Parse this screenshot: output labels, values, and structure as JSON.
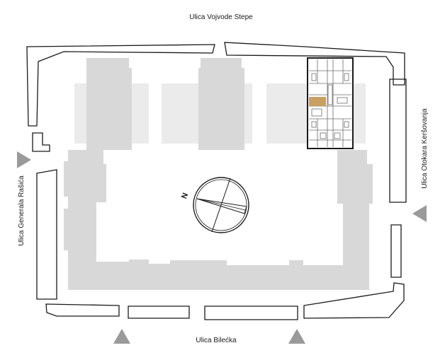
{
  "streets": {
    "north": "Ulica Vojvode Stepe",
    "south": "Ulica Bilećka",
    "west": "Ulica Generala Rašića",
    "east": "Ulica Otokara Keršovanja"
  },
  "compass": {
    "label": "N"
  },
  "colors": {
    "building": "#d8d8d8",
    "courtyard_band": "#ebebeb",
    "outline": "#1a1a1a",
    "arrow": "#9a9a9a",
    "highlighted_unit": "#c8a062"
  }
}
